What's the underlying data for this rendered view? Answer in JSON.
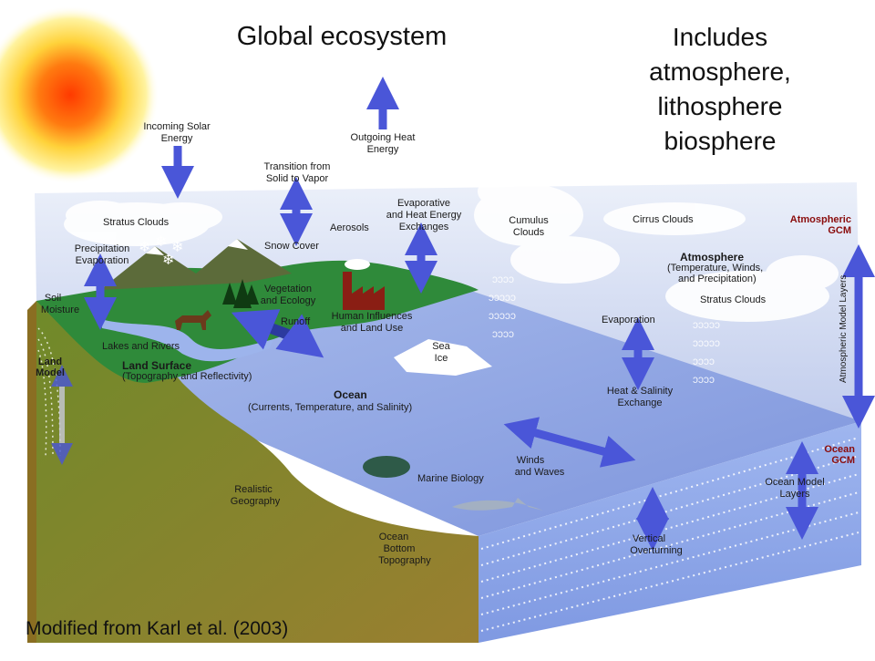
{
  "header": {
    "title": "Global ecosystem",
    "includes_lines": [
      "Includes",
      "atmosphere,",
      "lithosphere",
      "biosphere"
    ]
  },
  "credit": "Modified from Karl et al. (2003)",
  "diagram": {
    "labels": {
      "incoming_solar": [
        "Incoming Solar",
        "Energy"
      ],
      "outgoing_heat": [
        "Outgoing Heat",
        "Energy"
      ],
      "transition": [
        "Transition from",
        "Solid to Vapor"
      ],
      "evaporative": [
        "Evaporative",
        "and Heat Energy",
        "Exchanges"
      ],
      "aerosols": "Aerosols",
      "stratus_left": "Stratus Clouds",
      "cumulus": [
        "Cumulus",
        "Clouds"
      ],
      "cirrus": "Cirrus Clouds",
      "atm_gcm": [
        "Atmospheric",
        "GCM"
      ],
      "atmosphere": "Atmosphere",
      "atmosphere_sub": [
        "(Temperature, Winds,",
        "and Precipitation)"
      ],
      "stratus_right": "Stratus Clouds",
      "precip": [
        "Precipitation",
        "Evaporation"
      ],
      "snow_cover": "Snow Cover",
      "soil_moisture": [
        "Soil",
        "Moisture"
      ],
      "vegetation": [
        "Vegetation",
        "and Ecology"
      ],
      "runoff": "Runoff",
      "human": [
        "Human Influences",
        "and Land Use"
      ],
      "lakes": "Lakes and Rivers",
      "land_model": [
        "Land",
        "Model"
      ],
      "land_surface": "Land Surface",
      "land_surface_sub": "(Topography  and Reflectivity)",
      "sea_ice": [
        "Sea",
        "Ice"
      ],
      "evaporation": "Evaporation",
      "heat_salinity": [
        "Heat & Salinity",
        "Exchange"
      ],
      "atm_model_layers": "Atmospheric Model Layers",
      "ocean": "Ocean",
      "ocean_sub": "(Currents, Temperature, and Salinity)",
      "winds_waves": [
        "Winds",
        "and Waves"
      ],
      "marine_bio": "Marine Biology",
      "realistic_geo": [
        "Realistic",
        "Geography"
      ],
      "ocean_gcm": [
        "Ocean",
        "GCM"
      ],
      "ocean_model_layers": [
        "Ocean Model",
        "Layers"
      ],
      "ocean_bottom": [
        "Ocean",
        "Bottom",
        "Topography"
      ],
      "vertical_overturning": [
        "Vertical",
        "Overturning"
      ]
    }
  },
  "colors": {
    "arrow": "#4a56d8",
    "sky": "#cfd8f0",
    "ocean_surface": "#8fa6e0",
    "ocean_face": "#9cb2ee",
    "land_green": "#2f8a3a",
    "land_brown": "#8f7a2c",
    "atm_label": "#8a0c0c",
    "sun": "#ff5a0a"
  }
}
